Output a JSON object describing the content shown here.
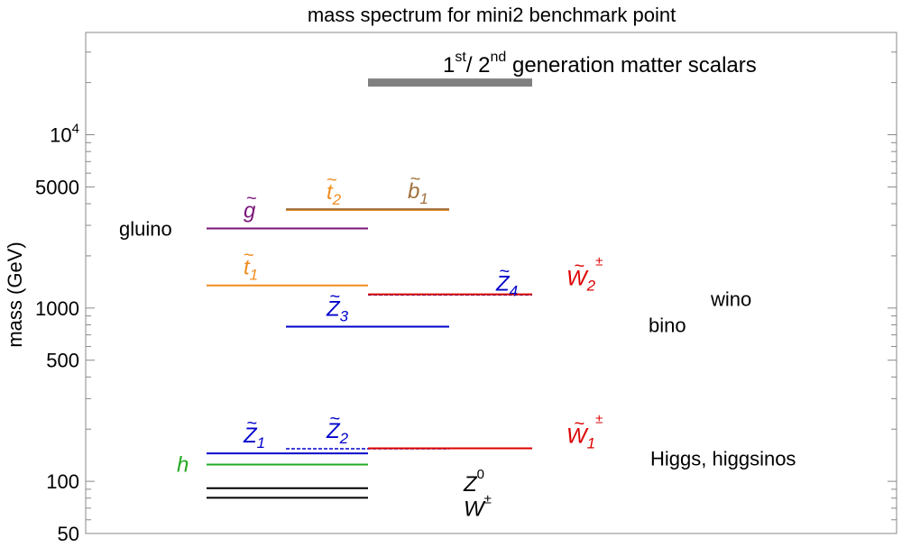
{
  "chart_data": {
    "type": "level-diagram",
    "title": "mass spectrum for mini2 benchmark point",
    "ylabel": "mass (GeV)",
    "yscale": "log",
    "ylim": [
      50,
      40000
    ],
    "yticks": [
      {
        "value": 50,
        "label": "50"
      },
      {
        "value": 100,
        "label": "100"
      },
      {
        "value": 500,
        "label": "500"
      },
      {
        "value": 1000,
        "label": "1000"
      },
      {
        "value": 5000,
        "label": "5000"
      },
      {
        "value": 10000,
        "label": "10",
        "sup": "4"
      }
    ],
    "minor_ticks": [
      60,
      70,
      80,
      90,
      200,
      300,
      400,
      600,
      700,
      800,
      900,
      2000,
      3000,
      4000,
      6000,
      7000,
      8000,
      9000,
      20000,
      30000
    ],
    "columns": [
      "1",
      "2",
      "3",
      "4"
    ],
    "levels": [
      {
        "particle": "W",
        "base": "W",
        "tilde": false,
        "sup": "±",
        "sub": "",
        "mass": 80.4,
        "from": 1,
        "to": 3,
        "color": "#000000",
        "style": "solid",
        "label_col": 3
      },
      {
        "particle": "Z0",
        "base": "Z",
        "tilde": false,
        "sup": "0",
        "sub": "",
        "mass": 91.2,
        "from": 1,
        "to": 3,
        "color": "#000000",
        "style": "solid",
        "label_col": 3
      },
      {
        "particle": "h",
        "base": "h",
        "tilde": false,
        "sup": "",
        "sub": "",
        "mass": 125,
        "from": 1,
        "to": 3,
        "color": "#22aa22",
        "style": "solid",
        "label_col": 0
      },
      {
        "particle": "Z1",
        "base": "Z",
        "tilde": true,
        "sup": "",
        "sub": "1",
        "mass": 145,
        "from": 1,
        "to": 3,
        "color": "#0000cc",
        "style": "solid",
        "label_col": 1
      },
      {
        "particle": "Z2",
        "base": "Z",
        "tilde": true,
        "sup": "",
        "sub": "2",
        "mass": 154,
        "from": 2,
        "to": 4,
        "color": "#0000cc",
        "style": "dashed",
        "label_col": 2
      },
      {
        "particle": "W1",
        "base": "W",
        "tilde": true,
        "sup": "±",
        "sub": "1",
        "mass": 155,
        "from": 3,
        "to": 5,
        "color": "#dd0000",
        "style": "solid",
        "label_col": 4
      },
      {
        "particle": "Z3",
        "base": "Z",
        "tilde": true,
        "sup": "",
        "sub": "3",
        "mass": 780,
        "from": 2,
        "to": 4,
        "color": "#0000cc",
        "style": "solid",
        "label_col": 2
      },
      {
        "particle": "Z4",
        "base": "Z",
        "tilde": true,
        "sup": "",
        "sub": "4",
        "mass": 1190,
        "from": 3,
        "to": 5,
        "color": "#0000cc",
        "style": "dashed",
        "label_col": 3
      },
      {
        "particle": "W2",
        "base": "W",
        "tilde": true,
        "sup": "±",
        "sub": "2",
        "mass": 1200,
        "from": 3,
        "to": 5,
        "color": "#dd0000",
        "style": "solid",
        "label_col": 4
      },
      {
        "particle": "t1",
        "base": "t",
        "tilde": true,
        "sup": "",
        "sub": "1",
        "mass": 1350,
        "from": 1,
        "to": 3,
        "color": "#f08c1e",
        "style": "solid",
        "label_col": 1
      },
      {
        "particle": "g",
        "base": "g",
        "tilde": true,
        "sup": "",
        "sub": "",
        "mass": 2880,
        "from": 1,
        "to": 3,
        "color": "#7a147a",
        "style": "solid",
        "label_col": 1
      },
      {
        "particle": "t2",
        "base": "t",
        "tilde": true,
        "sup": "",
        "sub": "2",
        "mass": 3680,
        "from": 2,
        "to": 4,
        "color": "#f08c1e",
        "style": "solid",
        "label_col": 2
      },
      {
        "particle": "b1",
        "base": "b",
        "tilde": true,
        "sup": "",
        "sub": "1",
        "mass": 3720,
        "from": 2,
        "to": 4,
        "color": "#a0703c",
        "style": "solid",
        "label_col": 3
      },
      {
        "particle": "scalars",
        "mass": 20000,
        "from": 3,
        "to": 5,
        "color": "#808080",
        "style": "thick"
      }
    ],
    "annotations": [
      {
        "name": "gluino",
        "text": "gluino",
        "mass": 2880,
        "anchor": "left"
      },
      {
        "name": "wino",
        "text": "wino",
        "mass": 1130,
        "anchor": "right"
      },
      {
        "name": "bino",
        "text": "bino",
        "mass": 800,
        "anchor": "right2"
      },
      {
        "name": "higgs",
        "text": "Higgs, higgsinos",
        "mass": 136,
        "anchor": "right2"
      },
      {
        "name": "scalars",
        "text": "/ 2",
        "pre": "1",
        "pre_sup": "st",
        "mid_sup": "nd",
        "post": " generation matter scalars",
        "mass": 23000,
        "anchor": "top"
      }
    ]
  }
}
